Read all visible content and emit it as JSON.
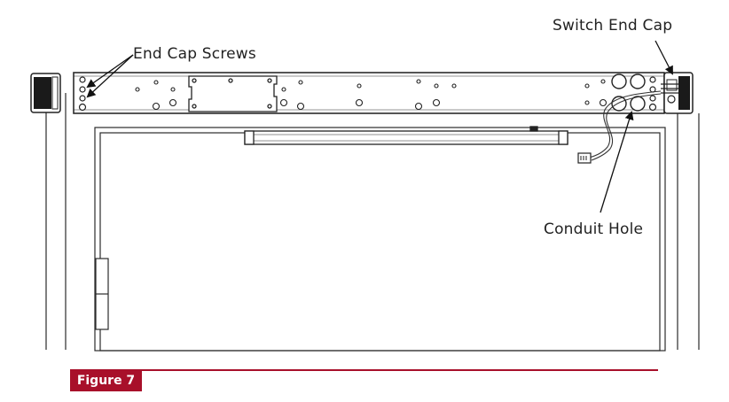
{
  "labels": {
    "end_cap_screws": "End Cap Screws",
    "switch_end_cap": "Switch End Cap",
    "conduit_hole": "Conduit Hole"
  },
  "figure": {
    "label": "Figure 7"
  },
  "colors": {
    "accent": "#A8102A",
    "line": "#2b2b2b",
    "text": "#222222"
  },
  "icons": {
    "end_cap_screws": "screw-icon",
    "conduit_hole": "conduit-hole-icon",
    "switch": "switch-end-cap-icon"
  }
}
